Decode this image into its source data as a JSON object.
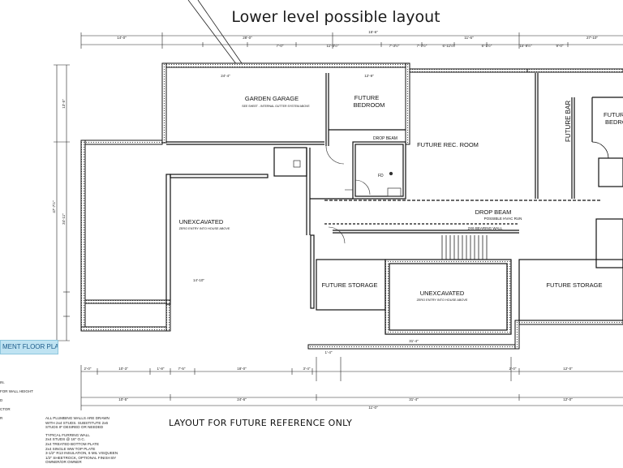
{
  "title": "Lower level possible layout",
  "footer_note": "LAYOUT FOR FUTURE REFERENCE ONLY",
  "plan_tab": "MENT FLOOR PLAN",
  "rooms": {
    "garden_garage": "GARDEN GARAGE",
    "garage_note": "SEE SHEET - INTERNAL GUTTER SYSTEM ABOVE",
    "future_bedroom": "FUTURE BEDROOM",
    "future_rec_room": "FUTURE REC. ROOM",
    "future_bar": "FUTURE BAR",
    "future_bedroom_2": "FUTURE BEDRO",
    "unexcavated_1": "UNEXCAVATED",
    "unexcavated_1_sub": "ZERO ENTRY INTO HOUSE ABOVE",
    "unexcavated_2": "UNEXCAVATED",
    "unexcavated_2_sub": "ZERO ENTRY INTO HOUSE ABOVE",
    "future_storage_1": "FUTURE STORAGE",
    "future_storage_2": "FUTURE STORAGE",
    "drop_beam_1": "DROP BEAM",
    "drop_beam_2": "DROP BEAM",
    "possible_hvac": "POSSIBLE HVAC RUN",
    "bearing_wall": "2X6 BEARING WALL",
    "fd": "FD"
  },
  "dimensions": {
    "top_1": "14'-0\"",
    "top_2": "28'-0\"",
    "top_3": "15'-6\"",
    "top_4": "27'-10\"",
    "row2_a": "7'-0\"",
    "row2_b": "11'-3½\"",
    "row2_c": "7'-3½\"",
    "row2_d": "7'-7½\"",
    "row2_e": "6'-11½\"",
    "row2_f": "11'-6\"",
    "row2_g": "6'-1½\"",
    "row2_h": "15'-8½\"",
    "row2_i": "9'-0\"",
    "garage_w": "24'-4\"",
    "bed_w": "12'-9\"",
    "left_total": "47'-7½\"",
    "left_a": "13'-5\"",
    "left_b": "34'-11\"",
    "unexc_w": "31'-4\"",
    "unexc_w2": "14'-10\"",
    "bot_1": "2'-0\"",
    "bot_2": "10'-3\"",
    "bot_3": "1'-8\"",
    "bot_4": "7'-5\"",
    "bot_5": "18'-0\"",
    "bot_6": "3'-4\"",
    "bot_7": "2'-0\"",
    "bot_8": "12'-0\"",
    "bot_9": "1'-4\"",
    "total_1": "10'-5\"",
    "total_2": "24'-6\"",
    "total_3": "31'-4\"",
    "total_4": "12'-0\"",
    "overall": "11'-0\""
  },
  "legend": [
    "IN.",
    "FOR WALL HEIGHT",
    "",
    "D",
    "",
    "CTOR",
    "",
    "R"
  ],
  "notes": [
    "ALL PLUMBING WALLS ARE DRAWN\nWITH 2x4 STUDS. SUBSTITUTE 2x6\nSTUDS IF DESIRED OR NEEDED",
    "TYPICAL FURRING WALL\n2x4 STUDS @ 16\" O.C.\n2x4 TREATED BOTTOM PLATE\n2x4 SINGLE WW TOP PLATE\n3-1/2\" R13 INSULATION, 6 MIL VISQUEEN\n1/2\" SHEETROCK, OPTIONAL FINISH BY\nOWNER/OR OWNER"
  ]
}
